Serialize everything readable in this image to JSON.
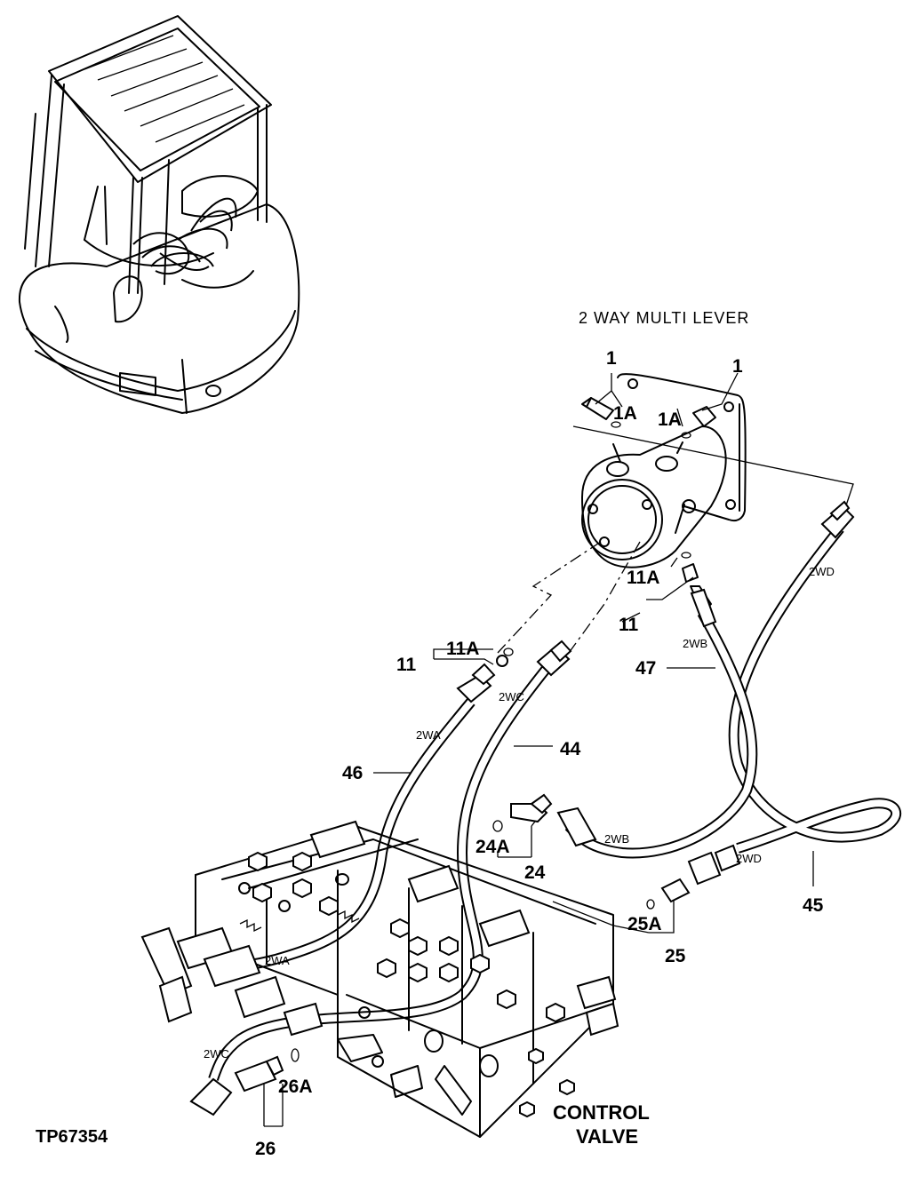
{
  "figure_id": "TP67354",
  "title": "2 WAY MULTI LEVER",
  "component_label_line1": "CONTROL",
  "component_label_line2": "VALVE",
  "callouts": {
    "c1_left": "1",
    "c1_right": "1",
    "c1a_left": "1A",
    "c1a_right": "1A",
    "c11_right": "11",
    "c11a_right": "11A",
    "c11_left": "11",
    "c11a_left": "11A",
    "c47": "47",
    "c44": "44",
    "c46": "46",
    "c24": "24",
    "c24a": "24A",
    "c45": "45",
    "c25": "25",
    "c25a": "25A",
    "c26": "26",
    "c26a": "26A"
  },
  "hose_tags": {
    "t2wd_top": "2WD",
    "t2wb_top": "2WB",
    "t2wc_top": "2WC",
    "t2wa_top": "2WA",
    "t2wb_low": "2WB",
    "t2wd_low": "2WD",
    "t2wa_low": "2WA",
    "t2wc_low": "2WC"
  }
}
